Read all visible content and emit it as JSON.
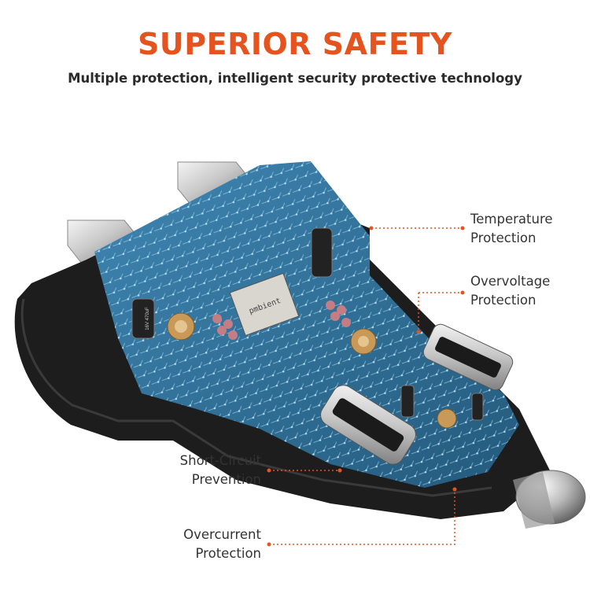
{
  "header": {
    "title": "SUPERIOR SAFETY",
    "subtitle": "Multiple protection, intelligent security protective technology"
  },
  "callouts": {
    "temperature": {
      "line1": "Temperature",
      "line2": "Protection"
    },
    "overvoltage": {
      "line1": "Overvoltage",
      "line2": "Protection"
    },
    "short_circuit": {
      "line1": "Short-Circuit",
      "line2": "Prevention"
    },
    "overcurrent": {
      "line1": "Overcurrent",
      "line2": "Protection"
    }
  },
  "chip_marking": "pmbient",
  "capacitor_marking": "16V 470uF",
  "colors": {
    "accent": "#e5531f",
    "board": "#2f6f96",
    "trace": "#9fd6f2",
    "body": "#1d1d1d"
  }
}
